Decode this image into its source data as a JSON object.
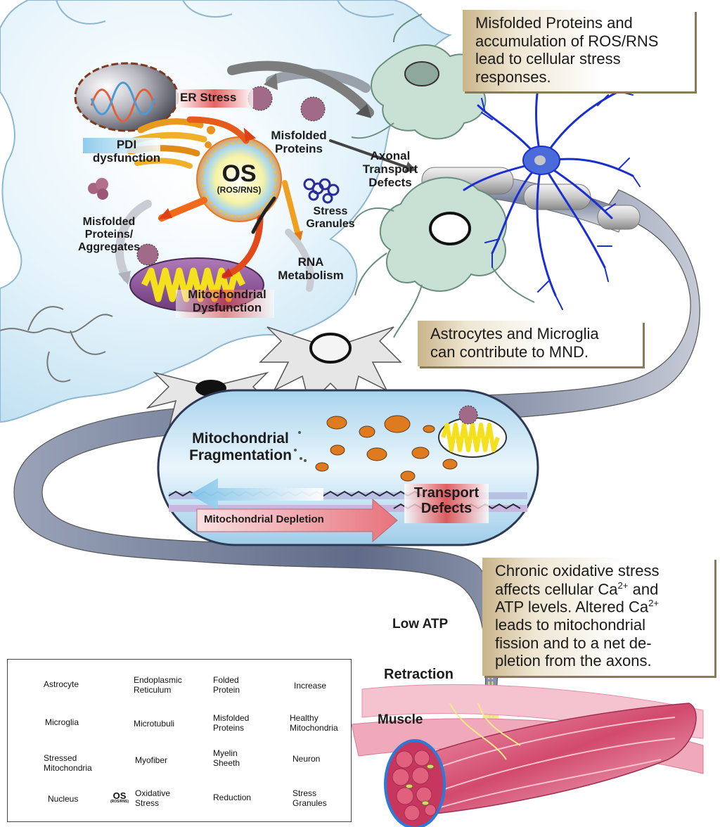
{
  "cell_labels": {
    "er_stress": "ER Stress",
    "pdi_line1": "PDI",
    "pdi_line2": "dysfunction",
    "os_main": "OS",
    "os_sub": "(ROS/RNS)",
    "misfolded_top_line1": "Misfolded",
    "misfolded_top_line2": "Proteins",
    "axonal_line1": "Axonal",
    "axonal_line2": "Transport",
    "axonal_line3": "Defects",
    "stress_granules_line1": "Stress",
    "stress_granules_line2": "Granules",
    "rna_line1": "RNA",
    "rna_line2": "Metabolism",
    "misfolded_agg_line1": "Misfolded",
    "misfolded_agg_line2": "Proteins/",
    "misfolded_agg_line3": "Aggregates",
    "mito_dys_line1": "Mitochondrial",
    "mito_dys_line2": "Dysfunction"
  },
  "axon_labels": {
    "mito_frag_line1": "Mitochondrial",
    "mito_frag_line2": "Fragmentation",
    "transport_line1": "Transport",
    "transport_line2": "Defects",
    "mito_depletion": "Mitochondrial Depletion",
    "low_atp": "Low ATP",
    "retraction": "Retraction",
    "muscle": "Muscle"
  },
  "info_boxes": {
    "box1": "Misfolded Proteins and accumulation of ROS/RNS lead to cellular stress responses.",
    "box2_line1": "Astrocytes and Microglia",
    "box2_line2": "can contribute to MND.",
    "box3_l1_a": "Chronic oxidative stress",
    "box3_l2_a": "affects cellular Ca",
    "box3_l2_sup": "2+",
    "box3_l2_b": " and",
    "box3_l3_a": "ATP levels. Altered Ca",
    "box3_l3_sup": "2+",
    "box3_l4": "leads to mitochondrial",
    "box3_l5": "fission and to a net de-",
    "box3_l6": "pletion from the axons."
  },
  "legend": {
    "astrocyte": "Astrocyte",
    "er_line1": "Endoplasmic",
    "er_line2": "Reticulum",
    "folded_line1": "Folded",
    "folded_line2": "Protein",
    "increase": "Increase",
    "microglia": "Microglia",
    "microtubuli": "Microtubuli",
    "misfolded_line1": "Misfolded",
    "misfolded_line2": "Proteins",
    "healthy_line1": "Healthy",
    "healthy_line2": "Mitochondria",
    "stressed_line1": "Stressed",
    "stressed_line2": "Mitochondria",
    "myofiber": "Myofiber",
    "myelin_line1": "Myelin",
    "myelin_line2": "Sheeth",
    "neuron": "Neuron",
    "nucleus": "Nucleus",
    "os_icon_main": "OS",
    "os_icon_sub": "(ROS/RNS)",
    "oxidative_line1": "Oxidative",
    "oxidative_line2": "Stress",
    "reduction": "Reduction",
    "granules_line1": "Stress",
    "granules_line2": "Granules"
  },
  "colors": {
    "cell_fill": "#d4ecf7",
    "cell_edge": "#8fb7cf",
    "axon_grey": "#7f8aa0",
    "astro_fill": "#c9e0d4",
    "neuron_blue": "#1a2fd0",
    "mito_orange": "#e07a1e",
    "mito_yellow": "#f4e01c",
    "muscle_pink": "#d24a6e",
    "box_tan": "#c9b48a"
  }
}
